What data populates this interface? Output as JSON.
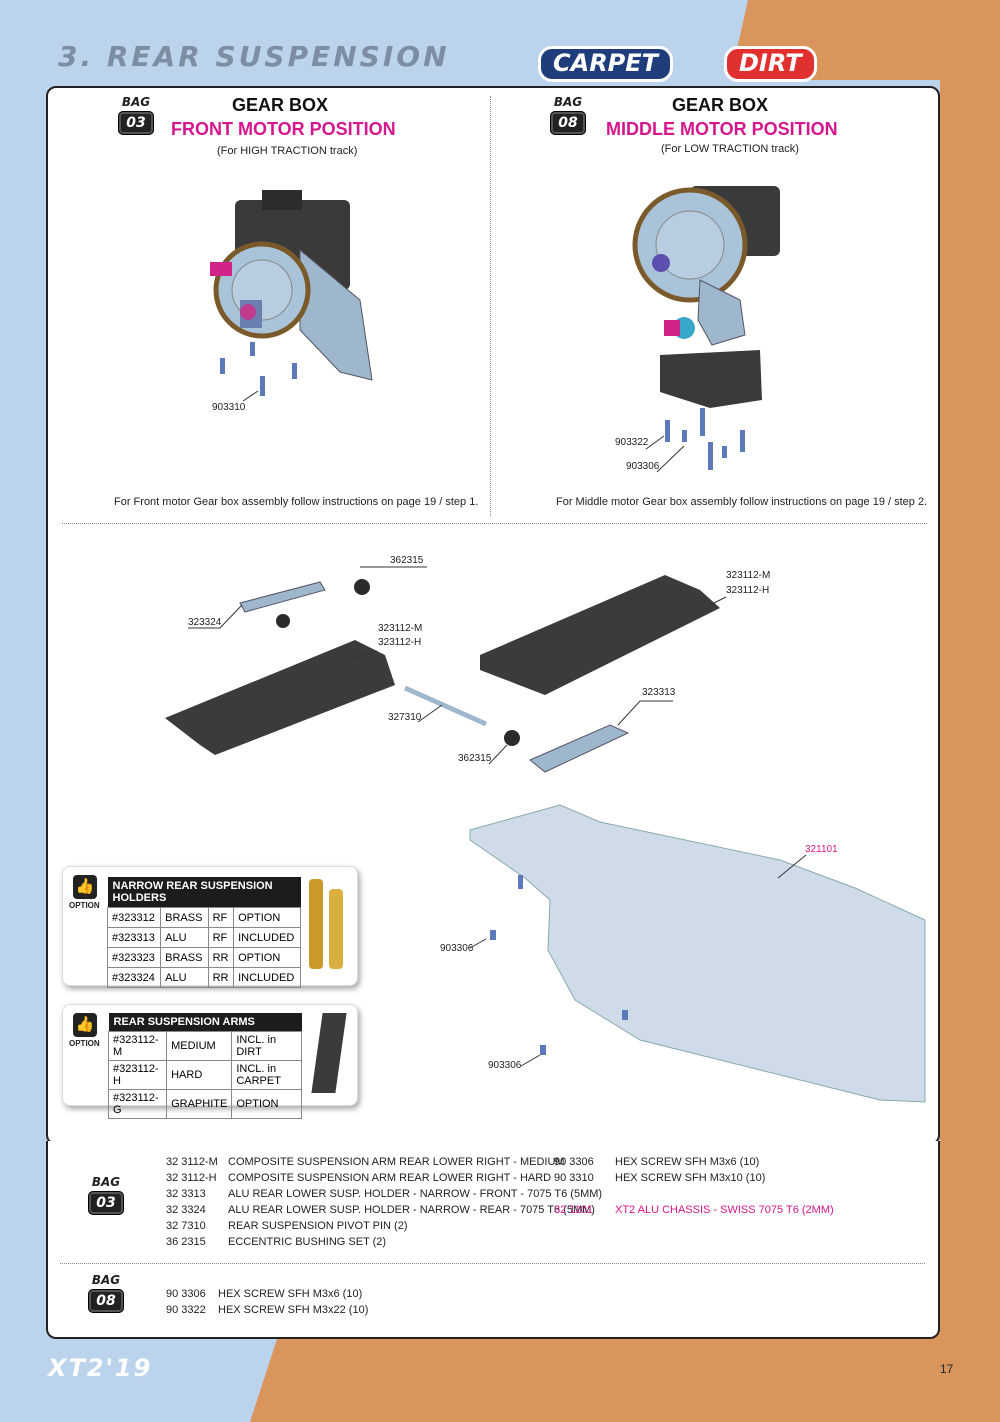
{
  "header": {
    "title": "3. REAR SUSPENSION",
    "tag_carpet": "CARPET",
    "tag_dirt": "DIRT"
  },
  "bag_label": "BAG",
  "left": {
    "bag": "03",
    "title": "GEAR BOX",
    "position": "FRONT MOTOR POSITION",
    "sub": "(For HIGH TRACTION track)",
    "part1": "903310",
    "note": "For Front motor Gear box assembly follow instructions on page 19 / step 1."
  },
  "right": {
    "bag": "08",
    "title": "GEAR BOX",
    "position": "MIDDLE MOTOR POSITION",
    "sub": "(For LOW TRACTION track)",
    "part1": "903322",
    "part2": "903306",
    "note": "For Middle motor Gear box assembly follow instructions on page 19 / step 2."
  },
  "parts": {
    "p362315a": "362315",
    "p323324": "323324",
    "p323112a": "323112-M",
    "p323112b": "323112-H",
    "p323112c": "323112-M",
    "p323112d": "323112-H",
    "p323313": "323313",
    "p327310": "327310",
    "p362315b": "362315",
    "p321101": "321101",
    "p903306a": "903306",
    "p903306b": "903306"
  },
  "option_label": "OPTION",
  "narrow": {
    "header": "NARROW REAR SUSPENSION HOLDERS",
    "rows": [
      [
        "#323312",
        "BRASS",
        "RF",
        "OPTION"
      ],
      [
        "#323313",
        "ALU",
        "RF",
        "INCLUDED"
      ],
      [
        "#323323",
        "BRASS",
        "RR",
        "OPTION"
      ],
      [
        "#323324",
        "ALU",
        "RR",
        "INCLUDED"
      ]
    ]
  },
  "arms": {
    "header": "REAR SUSPENSION ARMS",
    "rows": [
      [
        "#323112-M",
        "MEDIUM",
        "INCL. in DIRT"
      ],
      [
        "#323112-H",
        "HARD",
        "INCL. in CARPET"
      ],
      [
        "#323112-G",
        "GRAPHITE",
        "OPTION"
      ]
    ]
  },
  "list03": {
    "bag": "03",
    "codes": [
      "32 3112-M",
      "32 3112-H",
      "32 3313",
      "32 3324",
      "32 7310",
      "36 2315"
    ],
    "names": [
      "COMPOSITE SUSPENSION ARM REAR LOWER RIGHT - MEDIUM",
      "COMPOSITE SUSPENSION ARM REAR LOWER RIGHT - HARD",
      "ALU REAR LOWER SUSP. HOLDER - NARROW - FRONT - 7075 T6 (5MM)",
      "ALU REAR LOWER SUSP. HOLDER - NARROW - REAR - 7075 T6 (5MM)",
      "REAR SUSPENSION PIVOT PIN (2)",
      "ECCENTRIC BUSHING SET (2)"
    ],
    "codes2": [
      "90 3306",
      "90 3310",
      "32 1101"
    ],
    "names2": [
      "HEX SCREW SFH M3x6  (10)",
      "HEX SCREW SFH M3x10  (10)",
      "XT2 ALU CHASSIS - SWISS 7075 T6 (2MM)"
    ]
  },
  "list08": {
    "bag": "08",
    "codes": [
      "90 3306",
      "90 3322"
    ],
    "names": [
      "HEX SCREW SFH M3x6  (10)",
      "HEX SCREW SFH M3x22  (10)"
    ]
  },
  "footer": {
    "logo": "XT2'19",
    "page": "17"
  }
}
